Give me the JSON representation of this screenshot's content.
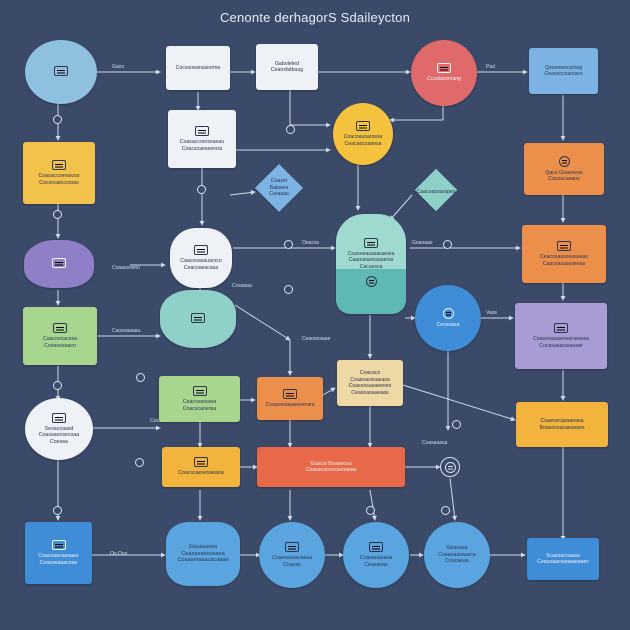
{
  "title": "Cenonte derhagorS Sdaileycton",
  "colors": {
    "background": "#3b4a68",
    "connector": "#cfd8e8",
    "blue": "#7db3e3",
    "orange": "#ec8f4a",
    "yellow": "#f2c24b",
    "green": "#a8d68e",
    "purple": "#a99bd3",
    "teal": "#8fd0c8",
    "red": "#e06a6a",
    "white": "#eef1f6"
  },
  "nodes": {
    "n_top_left_circle": {
      "label": ""
    },
    "n_top_box1": {
      "label": "Cocssoearsasorme"
    },
    "n_top_box2": {
      "label": "Gaboleted\nCeanxfatbuug"
    },
    "n_top_red_circle": {
      "label": "Ccsalassmang"
    },
    "n_top_right_box": {
      "label": "Qsosresocsmsg\nCeacoocsarsses"
    },
    "n_yellow_left": {
      "label": "Coasaccoerssuss\nCocsocaeccooas"
    },
    "n_white_sq": {
      "label": "Coasaccoerssaeau\nCoacscaeseersra"
    },
    "n_yellow_circle": {
      "label": "Coacoausarsssa\nCeacaocsasesa"
    },
    "n_orange_right1": {
      "label": "Qaco Goaeseas\nCacoucasaos"
    },
    "n_diamond_mid": {
      "label": "Coasel\nBatsees\nCoraaas"
    },
    "n_diamond_teal": {
      "label": "Caacoasoarspes"
    },
    "n_purple_blob": {
      "label": ""
    },
    "n_white_hex": {
      "label": "Caacosasauarsco\nCeacoaescasa"
    },
    "n_teal_cyl": {
      "label": "Coasoeasasaraeara\nCaaoueaocaaserss\nCacassca"
    },
    "n_orange_right2": {
      "label": "Ceacosassseasaeas\nCaacsasaseseeas"
    },
    "n_green_left": {
      "label": "Caacoscacesa\nCoosoosoacn"
    },
    "n_cloud": {
      "label": ""
    },
    "n_blue_circle_mid": {
      "label": "Cessoasa"
    },
    "n_purple_right": {
      "label": "Coasosasasrsesraearsa\nCocasasarasaeaar"
    },
    "n_green_mid": {
      "label": "Ceacoassoara\nCoacscaneraa"
    },
    "n_orange_mid": {
      "label": "Coaaosoasaeosersrs"
    },
    "n_tan_box": {
      "label": "Coacacs\nCoasoasssasasa\nCoassosasaeeees\nCeasoasaaeaas"
    },
    "n_white_circle_left": {
      "label": "Seoaocaasd\nCoasaaoosecoaa\nCoeasa"
    },
    "n_orange_right3": {
      "label": "Coaeoscasaaeasa\nBoasoosacaeasses"
    },
    "n_orange_bar_left": {
      "label": "Coacscaesesaeaoa"
    },
    "n_red_bar": {
      "label": "Goacoi    Boaoeosu\nCoasacaccesseoaeas"
    },
    "n_blue_bottom_left": {
      "label": "Coacoaecaesaeo\nCoasoeaaacoao"
    },
    "n_hex_bottom": {
      "label": "Gouasssoa\nCeasaeaseosaea\nCoaaserasacacaaan"
    },
    "n_circle_b1": {
      "label": "Coaeoassacaasa\nCoseas"
    },
    "n_circle_b2": {
      "label": "Coaoaoasaoa\nCeasaeas"
    },
    "n_circle_b3": {
      "label": "Geaoasa\nCoaaoaasaasca\nCoacaeaa"
    },
    "n_blue_bottom_right": {
      "label": "Scasoacoaasa\nCeacoaacoaaaaesaec"
    }
  },
  "annotations": {
    "a1": "Gaos",
    "a2": "Pad",
    "a3": "Oeacss",
    "a4": "Goaoaao",
    "a5": "Coaassoeon",
    "a6": "Cosasaa",
    "a7": "Caosoaaaau",
    "a8": "Vaos",
    "a9": "Ceaosnaaae",
    "a10": "Coasaaasa",
    "a11": "Oo  Oos",
    "a12": "Cosaeaa"
  }
}
